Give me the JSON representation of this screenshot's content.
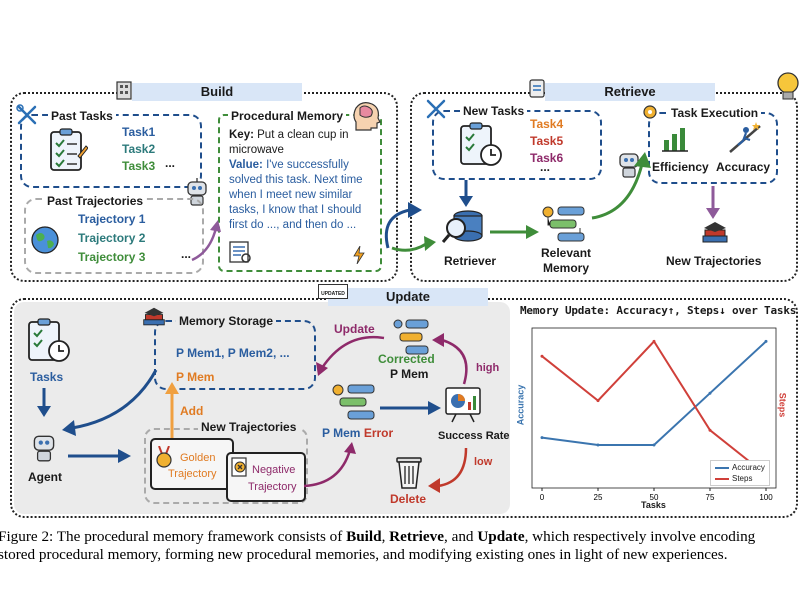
{
  "build": {
    "title": "Build",
    "past_tasks": {
      "title": "Past Tasks",
      "items": [
        "Task1",
        "Task2",
        "Task3"
      ],
      "more": "..."
    },
    "past_trajectories": {
      "title": "Past Trajectories",
      "items": [
        "Trajectory 1",
        "Trajectory 2",
        "Trajectory 3"
      ],
      "more": "..."
    },
    "procedural_memory": {
      "title": "Procedural Memory",
      "key_label": "Key:",
      "key_text": "Put a clean cup in microwave",
      "value_label": "Value:",
      "value_text": "I've successfully solved this task. Next time when I meet new similar tasks, I know that I should first do ..., and then do ..."
    }
  },
  "retrieve": {
    "title": "Retrieve",
    "new_tasks": {
      "title": "New Tasks",
      "items": [
        "Task4",
        "Task5",
        "Task6"
      ],
      "more": "..."
    },
    "retriever": "Retriever",
    "relevant_memory": [
      "Relevant",
      "Memory"
    ],
    "task_execution": {
      "title": "Task Execution",
      "efficiency": "Efficiency",
      "accuracy": "Accuracy"
    },
    "new_trajectories": "New Trajectories"
  },
  "update": {
    "title": "Update",
    "badge": "UPDATED",
    "tasks": "Tasks",
    "agent": "Agent",
    "memory_storage": "Memory Storage",
    "p_mems": "P Mem1, P Mem2, ...",
    "p_mem": "P Mem",
    "add": "Add",
    "new_trajectories": "New Trajectories",
    "golden": [
      "Golden",
      "Trajectory"
    ],
    "negative": [
      "Negative",
      "Trajectory"
    ],
    "p_mem_error_a": "P Mem",
    "p_mem_error_b": "Error",
    "update_label": "Update",
    "corrected": [
      "Corrected",
      "P Mem"
    ],
    "high": "high",
    "low": "low",
    "success_rate": "Success Rate",
    "delete": "Delete"
  },
  "chart_data": {
    "type": "line",
    "title": "Memory Update: Accuracy↑, Steps↓ over Tasks",
    "xlabel": "Tasks",
    "ylabel_left": "Accuracy",
    "ylabel_right": "Steps",
    "x": [
      0,
      25,
      50,
      75,
      100
    ],
    "xticks": [
      "0",
      "25",
      "50",
      "75",
      "100"
    ],
    "grid": false,
    "legend_position": "bottom-right",
    "series": [
      {
        "name": "Accuracy",
        "color": "#3b75af",
        "values": [
          0.3,
          0.25,
          0.25,
          0.6,
          0.95
        ]
      },
      {
        "name": "Steps",
        "color": "#d0403a",
        "values": [
          0.85,
          0.55,
          0.95,
          0.35,
          0.05
        ]
      }
    ]
  },
  "caption": {
    "line1_pre": "Figure 2: The procedural memory framework consists of ",
    "build": "Build",
    "comma1": ", ",
    "retrieve": "Retrieve",
    "and": ", and ",
    "update": "Update",
    "line1_post": ", which respectively involve encoding",
    "line2": "stored procedural memory, forming new procedural memories, and modifying existing ones in light of new experiences."
  },
  "colors": {
    "panel_bg_update": "#ebebeb",
    "tab_bg": "#d9e6f7",
    "dash_blue": "#1f4e8c",
    "dash_green": "#3f8d3a"
  }
}
